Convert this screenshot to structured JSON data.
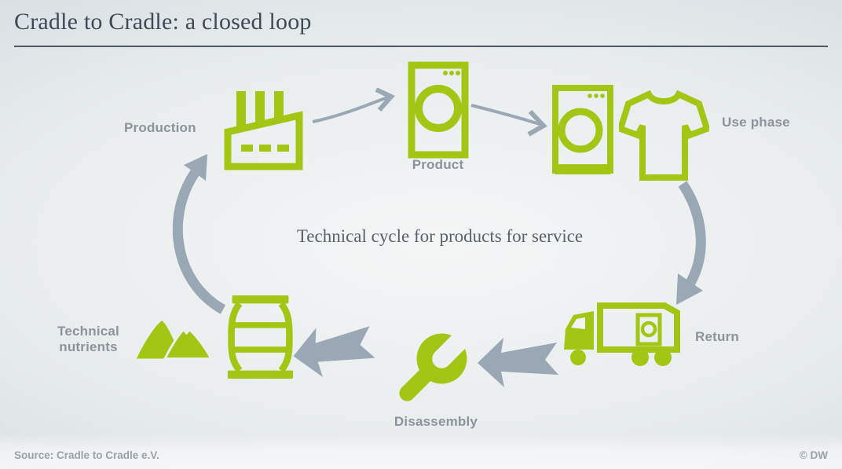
{
  "header": {
    "title": "Cradle to Cradle: a closed loop"
  },
  "diagram": {
    "caption": "Technical cycle for products for service",
    "nodes": {
      "production": {
        "label": "Production",
        "icon": "factory-icon"
      },
      "product": {
        "label": "Product",
        "icon": "washing-machine-icon"
      },
      "use_phase": {
        "label": "Use phase",
        "icons": [
          "washing-machine-icon",
          "tshirt-icon"
        ]
      },
      "return": {
        "label": "Return",
        "icon": "truck-icon"
      },
      "disassembly": {
        "label": "Disassembly",
        "icon": "wrench-icon"
      },
      "technical_nutrients": {
        "label": "Technical nutrients",
        "icons": [
          "material-piles-icon",
          "barrel-icon"
        ]
      }
    },
    "flow": [
      "production",
      "product",
      "use_phase",
      "return",
      "disassembly",
      "technical_nutrients",
      "production"
    ]
  },
  "footer": {
    "source": "Source: Cradle to Cradle e.V.",
    "credit": "© DW"
  },
  "colors": {
    "accent_green": "#a2c613",
    "arrow_gray": "#9aa7b4",
    "label_gray": "#8b949c",
    "title_color": "#3e4a56"
  }
}
